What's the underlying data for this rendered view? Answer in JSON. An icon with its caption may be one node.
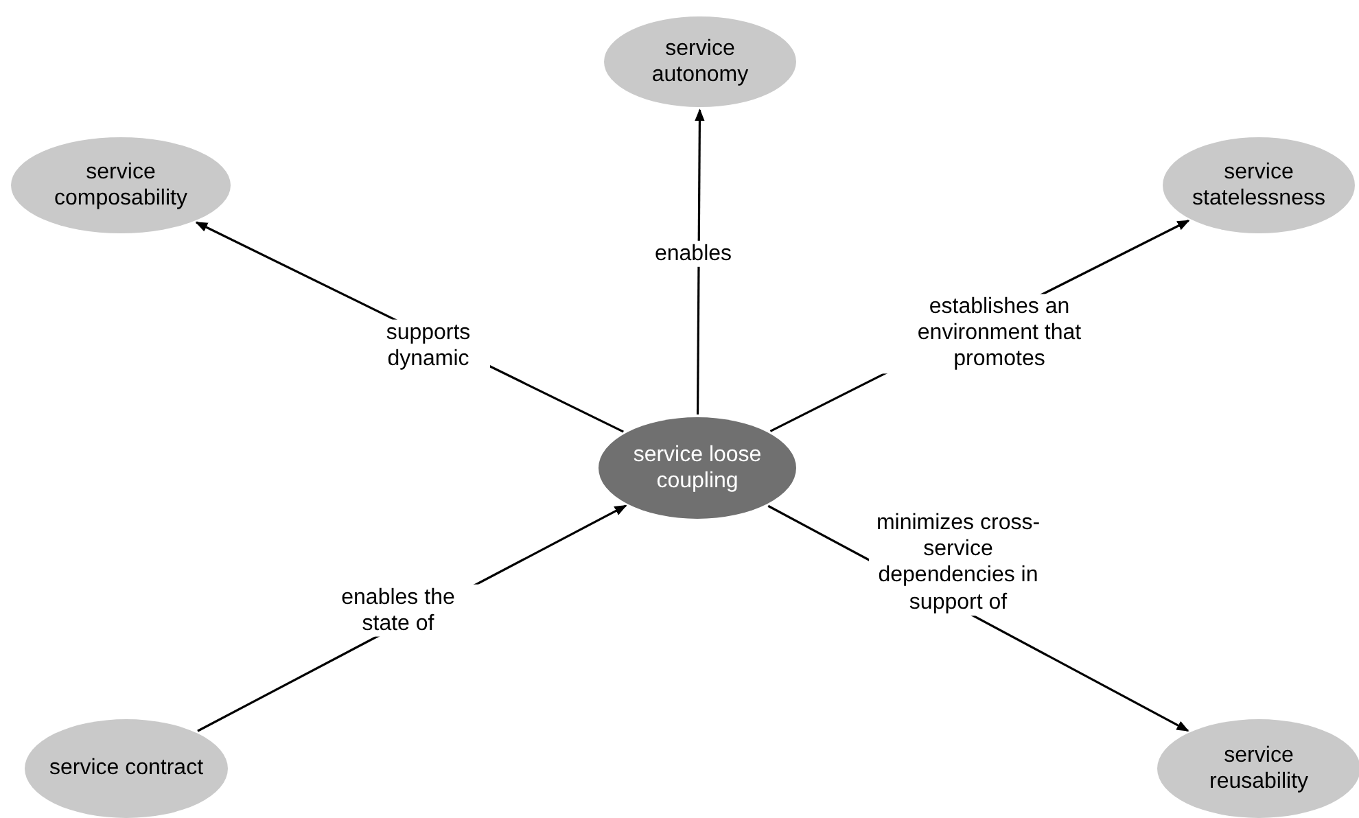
{
  "diagram": {
    "nodes": [
      {
        "text": [
          "service autonomy"
        ]
      },
      {
        "text": [
          "service composability"
        ]
      },
      {
        "text": [
          "service statelessness"
        ]
      },
      {
        "text": [
          "service loose coupling"
        ]
      },
      {
        "text": [
          "service contract"
        ]
      },
      {
        "text": [
          "service reusability"
        ]
      }
    ],
    "edges": [
      {
        "from": 3,
        "to": 0,
        "arrow": "to",
        "label": "enables"
      },
      {
        "from": 3,
        "to": 1,
        "arrow": "to",
        "label": "supports dynamic"
      },
      {
        "from": 3,
        "to": 2,
        "arrow": "to",
        "label": "establishes an environment that promotes"
      },
      {
        "from": 4,
        "to": 3,
        "arrow": "to",
        "label": "enables the state of"
      },
      {
        "from": 3,
        "to": 5,
        "arrow": "to",
        "label": "minimizes cross-service dependencies in support of"
      }
    ]
  }
}
